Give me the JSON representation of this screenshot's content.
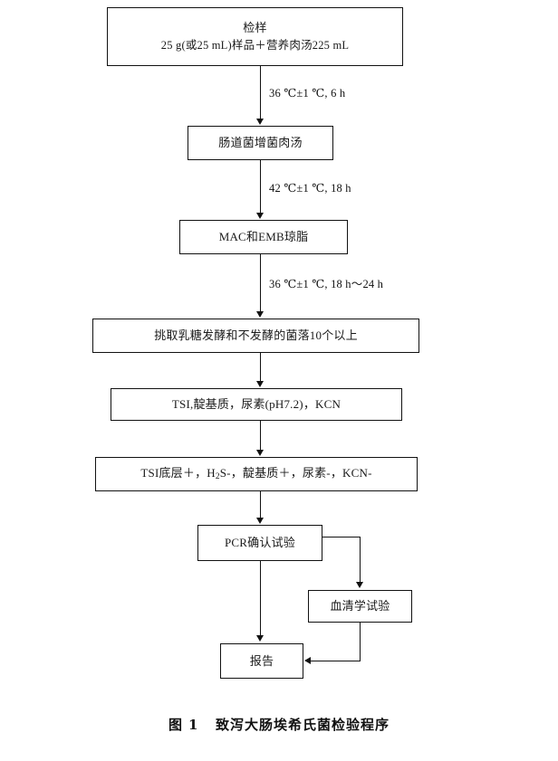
{
  "figure": {
    "caption_prefix": "图",
    "caption_number": "1",
    "caption_title": "致泻大肠埃希氏菌检验程序"
  },
  "nodes": {
    "sample": {
      "line1": "检样",
      "line2": "25 g(或25 mL)样品＋营养肉汤225 mL"
    },
    "enrichment_broth": {
      "label": "肠道菌增菌肉汤"
    },
    "agar_plates": {
      "label": "MAC和EMB琼脂"
    },
    "pick_colonies": {
      "label": "挑取乳糖发酵和不发酵的菌落10个以上"
    },
    "biochem_tests": {
      "label": "TSI,靛基质，尿素(pH7.2)，KCN"
    },
    "biochem_results": {
      "seg1": "TSI底层＋，H",
      "seg_sub": "2",
      "seg2": "S-，靛基质＋，尿素-，KCN-"
    },
    "pcr_test": {
      "label": "PCR确认试验"
    },
    "serology_test": {
      "label": "血清学试验"
    },
    "report": {
      "label": "报告"
    }
  },
  "edge_labels": {
    "step1": "36 ℃±1 ℃, 6 h",
    "step2": "42 ℃±1 ℃, 18 h",
    "step3": "36 ℃±1 ℃, 18 h～24 h"
  },
  "colors": {
    "stroke": "#111111",
    "background": "#ffffff",
    "text": "#1a1a1a"
  }
}
